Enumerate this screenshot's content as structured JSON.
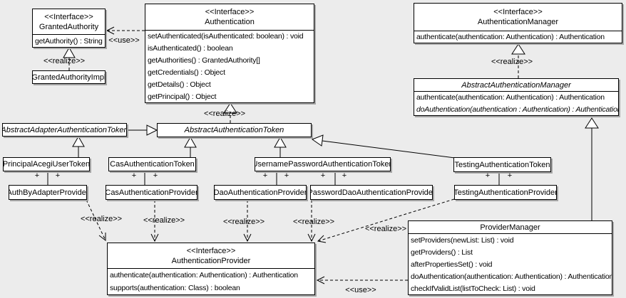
{
  "diagram": {
    "kind": "uml-class-diagram",
    "colors": {
      "background": "#ececec",
      "box_fill": "#ffffff",
      "line": "#000000",
      "shadow": "#a6a6a6"
    }
  },
  "classes": [
    {
      "id": "granted-authority",
      "stereotype": "<<Interface>>",
      "name": "GrantedAuthority",
      "abstract": false,
      "members": [
        {
          "text": "getAuthority() : String",
          "italic": false
        }
      ]
    },
    {
      "id": "authentication",
      "stereotype": "<<Interface>>",
      "name": "Authentication",
      "abstract": false,
      "members": [
        {
          "text": "setAuthenticated(isAuthenticated: boolean) : void",
          "italic": false
        },
        {
          "text": "isAuthenticated() : boolean",
          "italic": false
        },
        {
          "text": "getAuthorities() : GrantedAuthority[]",
          "italic": false
        },
        {
          "text": "getCredentials() : Object",
          "italic": false
        },
        {
          "text": "getDetails() : Object",
          "italic": false
        },
        {
          "text": "getPrincipal() : Object",
          "italic": false
        }
      ]
    },
    {
      "id": "authentication-manager",
      "stereotype": "<<Interface>>",
      "name": "AuthenticationManager",
      "abstract": false,
      "members": [
        {
          "text": "authenticate(authentication: Authentication) : Authentication",
          "italic": false
        }
      ]
    },
    {
      "id": "granted-authority-impl",
      "name": "GrantedAuthorityImpl",
      "abstract": false,
      "members": []
    },
    {
      "id": "abstract-authentication-manager",
      "name": "AbstractAuthenticationManager",
      "abstract": true,
      "members": [
        {
          "text": "authenticate(authentication: Authentication) : Authentication",
          "italic": false
        },
        {
          "text": "doAuthentication(authentication : Authentication) : Authentication",
          "italic": true
        }
      ]
    },
    {
      "id": "abstract-adapter-authentication-token",
      "name": "AbstractAdapterAuthenticationToken",
      "abstract": true,
      "members": []
    },
    {
      "id": "abstract-authentication-token",
      "name": "AbstractAuthenticationToken",
      "abstract": true,
      "members": []
    },
    {
      "id": "principal-acegi-user-token",
      "name": "PrincipalAcegiUserToken",
      "abstract": false,
      "members": []
    },
    {
      "id": "cas-authentication-token",
      "name": "CasAuthenticationToken",
      "abstract": false,
      "members": []
    },
    {
      "id": "username-password-authentication-token",
      "name": "UsernamePasswordAuthenticationToken",
      "abstract": false,
      "members": []
    },
    {
      "id": "testing-authentication-token",
      "name": "TestingAuthenticationToken",
      "abstract": false,
      "members": []
    },
    {
      "id": "auth-by-adapter-provider",
      "name": "AuthByAdapterProvider",
      "abstract": false,
      "members": []
    },
    {
      "id": "cas-authentication-provider",
      "name": "CasAuthenticationProvider",
      "abstract": false,
      "members": []
    },
    {
      "id": "dao-authentication-provider",
      "name": "DaoAuthenticationProvider",
      "abstract": false,
      "members": []
    },
    {
      "id": "password-dao-authentication-provider",
      "name": "PasswordDaoAuthenticationProvider",
      "abstract": false,
      "members": []
    },
    {
      "id": "testing-authentication-provider",
      "name": "TestingAuthenticationProvider",
      "abstract": false,
      "members": []
    },
    {
      "id": "authentication-provider",
      "stereotype": "<<Interface>>",
      "name": "AuthenticationProvider",
      "abstract": false,
      "members": [
        {
          "text": "authenticate(authentication: Authentication) : Authentication",
          "italic": false
        },
        {
          "text": "supports(authentication: Class) : boolean",
          "italic": false
        }
      ]
    },
    {
      "id": "provider-manager",
      "name": "ProviderManager",
      "abstract": false,
      "members": [
        {
          "text": "setProviders(newList: List) : void",
          "italic": false
        },
        {
          "text": "getProviders() : List",
          "italic": false
        },
        {
          "text": "afterPropertiesSet() : void",
          "italic": false
        },
        {
          "text": "doAuthentication(authentication: Authentication) : Authentication",
          "italic": false
        },
        {
          "text": "checkIfValidList(listToCheck: List) : void",
          "italic": false
        }
      ]
    }
  ],
  "edges": [
    {
      "kind": "use",
      "label": "<<use>>",
      "from": "Authentication",
      "to": "GrantedAuthority"
    },
    {
      "kind": "realize",
      "label": "<<realize>>",
      "from": "GrantedAuthorityImpl",
      "to": "GrantedAuthority"
    },
    {
      "kind": "realize",
      "label": "<<realize>>",
      "from": "AbstractAuthenticationToken",
      "to": "Authentication"
    },
    {
      "kind": "realize",
      "label": "<<realize>>",
      "from": "AbstractAuthenticationManager",
      "to": "AuthenticationManager"
    },
    {
      "kind": "generalization",
      "from": "AbstractAdapterAuthenticationToken",
      "to": "AbstractAuthenticationToken"
    },
    {
      "kind": "generalization",
      "from": "PrincipalAcegiUserToken",
      "to": "AbstractAdapterAuthenticationToken"
    },
    {
      "kind": "generalization",
      "from": "CasAuthenticationToken",
      "to": "AbstractAuthenticationToken"
    },
    {
      "kind": "generalization",
      "from": "UsernamePasswordAuthenticationToken",
      "to": "AbstractAuthenticationToken"
    },
    {
      "kind": "generalization",
      "from": "TestingAuthenticationToken",
      "to": "AbstractAuthenticationToken"
    },
    {
      "kind": "association",
      "from": "PrincipalAcegiUserToken",
      "to": "AuthByAdapterProvider",
      "end_labels": [
        "+",
        "+"
      ]
    },
    {
      "kind": "association",
      "from": "CasAuthenticationToken",
      "to": "CasAuthenticationProvider",
      "end_labels": [
        "+",
        "+"
      ]
    },
    {
      "kind": "association",
      "from": "UsernamePasswordAuthenticationToken",
      "to": "DaoAuthenticationProvider",
      "end_labels": [
        "+",
        "+"
      ]
    },
    {
      "kind": "association",
      "from": "UsernamePasswordAuthenticationToken",
      "to": "PasswordDaoAuthenticationProvider",
      "end_labels": [
        "+",
        "+"
      ]
    },
    {
      "kind": "association",
      "from": "TestingAuthenticationToken",
      "to": "TestingAuthenticationProvider",
      "end_labels": [
        "+",
        "+"
      ]
    },
    {
      "kind": "realize-dependency",
      "label": "<<realize>>",
      "from": "AuthByAdapterProvider",
      "to": "AuthenticationProvider"
    },
    {
      "kind": "realize-dependency",
      "label": "<<realize>>",
      "from": "CasAuthenticationProvider",
      "to": "AuthenticationProvider"
    },
    {
      "kind": "realize-dependency",
      "label": "<<realize>>",
      "from": "DaoAuthenticationProvider",
      "to": "AuthenticationProvider"
    },
    {
      "kind": "realize-dependency",
      "label": "<<realize>>",
      "from": "PasswordDaoAuthenticationProvider",
      "to": "AuthenticationProvider"
    },
    {
      "kind": "realize-dependency",
      "label": "<<realize>>",
      "from": "TestingAuthenticationProvider",
      "to": "AuthenticationProvider"
    },
    {
      "kind": "use",
      "label": "<<use>>",
      "from": "ProviderManager",
      "to": "AuthenticationProvider"
    },
    {
      "kind": "generalization",
      "from": "ProviderManager",
      "to": "AbstractAuthenticationManager"
    }
  ]
}
